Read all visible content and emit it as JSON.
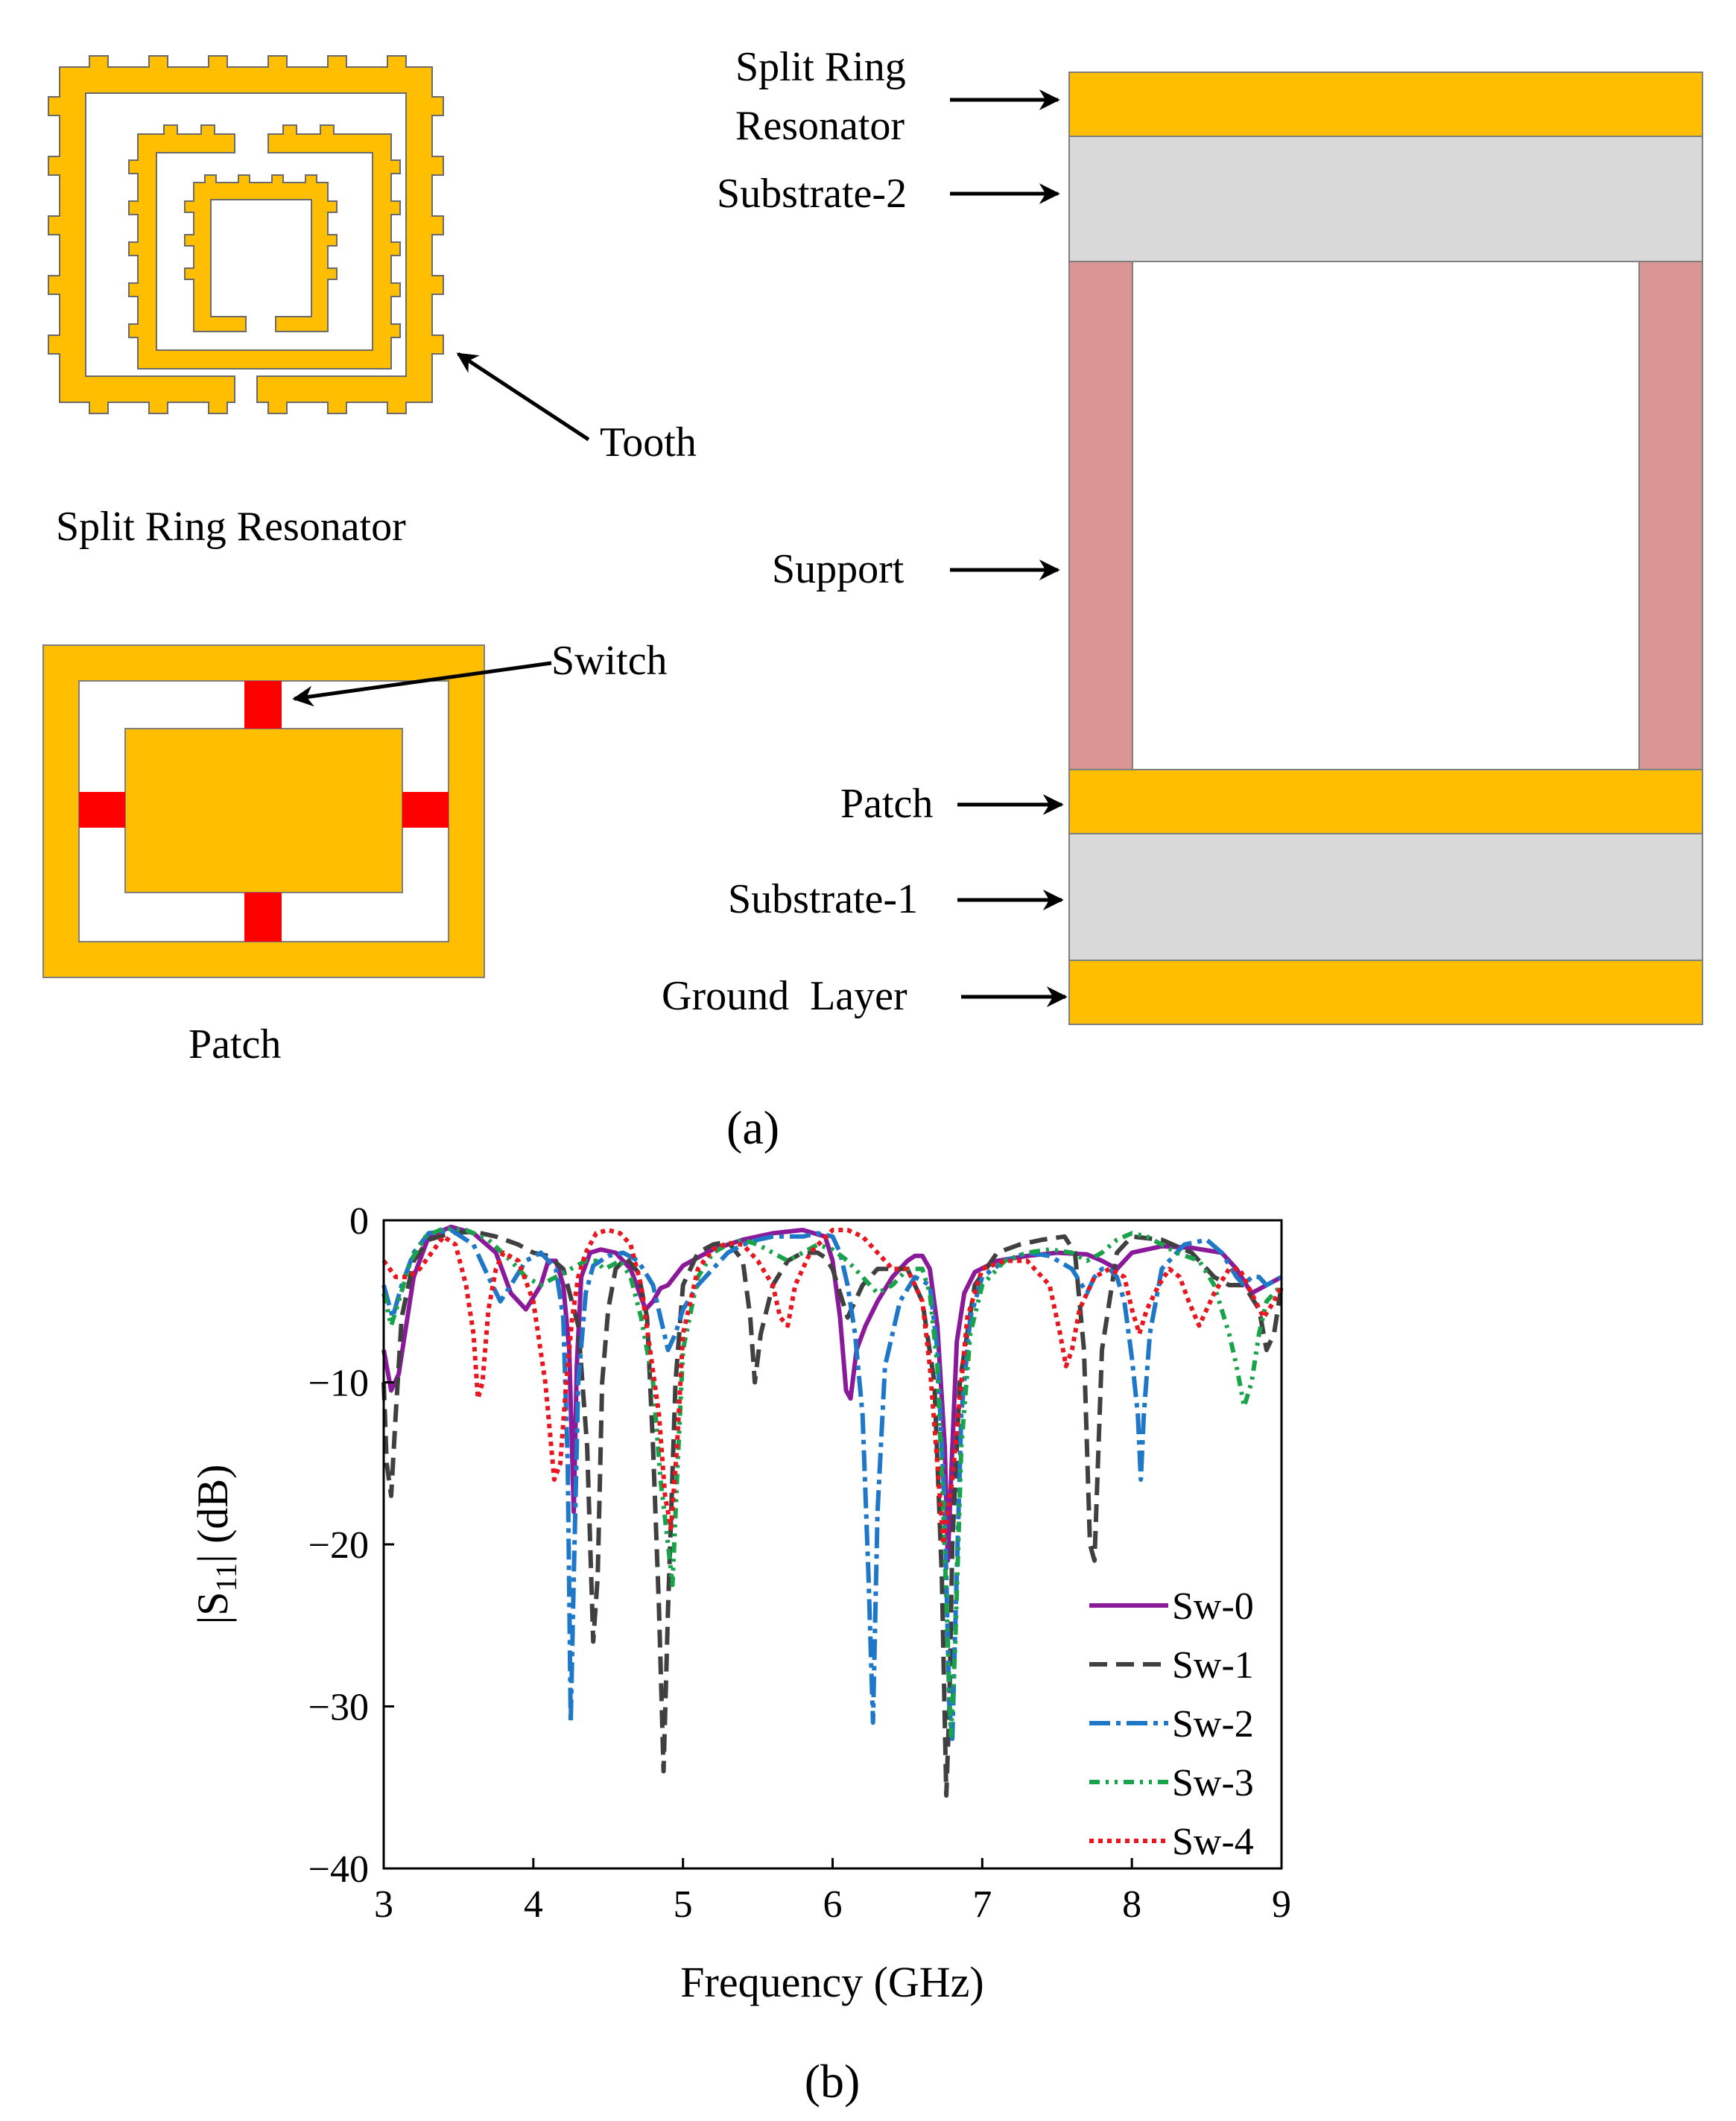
{
  "colors": {
    "metal": "#FFBF00",
    "substrate": "#D9D9D9",
    "support": "#D99694",
    "switch": "#FF0000",
    "outline": "#7F7F7F"
  },
  "part_a": {
    "caption": "(a)",
    "srr_title": "Split Ring Resonator",
    "tooth_label": "Tooth",
    "patch_title": "Patch",
    "switch_label": "Switch",
    "stack_labels": {
      "srr_line1": "Split Ring",
      "srr_line2": "Resonator",
      "substrate2": "Substrate-2",
      "support": "Support",
      "patch": "Patch",
      "substrate1": "Substrate-1",
      "ground": "Ground  Layer"
    }
  },
  "part_b": {
    "caption": "(b)"
  },
  "chart_data": {
    "type": "line",
    "xlabel": "Frequency (GHz)",
    "ylabel_main": "|S",
    "ylabel_sub": "11",
    "ylabel_tail": "| (dB)",
    "xlim": [
      3,
      9
    ],
    "ylim": [
      -40,
      0
    ],
    "xticks": [
      "3",
      "4",
      "5",
      "6",
      "7",
      "8",
      "9"
    ],
    "yticks": [
      "0",
      "−10",
      "−20",
      "−30",
      "−40"
    ],
    "grid": false,
    "legend_position": "bottom-right",
    "series": [
      {
        "name": "Sw-0",
        "color": "#8B1A9B",
        "dash": "solid",
        "x": [
          3.0,
          3.05,
          3.1,
          3.2,
          3.3,
          3.45,
          3.6,
          3.75,
          3.85,
          3.95,
          4.05,
          4.1,
          4.15,
          4.2,
          4.24,
          4.27,
          4.29,
          4.32,
          4.38,
          4.45,
          4.55,
          4.65,
          4.75,
          4.8,
          4.85,
          4.9,
          5.0,
          5.2,
          5.4,
          5.6,
          5.8,
          5.95,
          6.0,
          6.05,
          6.09,
          6.12,
          6.16,
          6.22,
          6.3,
          6.4,
          6.5,
          6.55,
          6.6,
          6.65,
          6.7,
          6.75,
          6.77,
          6.8,
          6.83,
          6.88,
          6.95,
          7.1,
          7.3,
          7.5,
          7.7,
          7.8,
          7.9,
          8.0,
          8.2,
          8.4,
          8.6,
          8.7,
          8.8,
          8.9,
          9.0
        ],
        "y": [
          -8.0,
          -10.5,
          -9.5,
          -3.5,
          -1.0,
          -0.4,
          -0.8,
          -2.0,
          -4.5,
          -5.5,
          -4.0,
          -2.5,
          -2.5,
          -4.0,
          -8.0,
          -18.0,
          -9.0,
          -3.5,
          -2.0,
          -1.8,
          -2.0,
          -3.0,
          -5.5,
          -5.0,
          -4.2,
          -4.0,
          -2.8,
          -1.8,
          -1.2,
          -0.8,
          -0.6,
          -1.0,
          -2.5,
          -6.0,
          -10.5,
          -11.0,
          -8.0,
          -6.5,
          -5.0,
          -3.5,
          -2.5,
          -2.2,
          -2.2,
          -3.0,
          -6.5,
          -14.0,
          -21.0,
          -14.0,
          -7.5,
          -4.5,
          -3.2,
          -2.5,
          -2.2,
          -2.0,
          -2.1,
          -2.5,
          -3.0,
          -2.0,
          -1.6,
          -1.7,
          -2.0,
          -3.0,
          -4.5,
          -4.0,
          -3.5
        ]
      },
      {
        "name": "Sw-1",
        "color": "#404040",
        "dash": "24,12",
        "x": [
          3.0,
          3.02,
          3.05,
          3.08,
          3.12,
          3.2,
          3.3,
          3.45,
          3.6,
          3.75,
          3.9,
          4.0,
          4.1,
          4.2,
          4.3,
          4.36,
          4.4,
          4.43,
          4.46,
          4.5,
          4.55,
          4.62,
          4.7,
          4.76,
          4.8,
          4.84,
          4.87,
          4.9,
          4.95,
          5.0,
          5.1,
          5.2,
          5.3,
          5.4,
          5.45,
          5.48,
          5.52,
          5.6,
          5.7,
          5.8,
          5.9,
          5.95,
          6.0,
          6.1,
          6.2,
          6.3,
          6.4,
          6.5,
          6.6,
          6.68,
          6.73,
          6.76,
          6.78,
          6.8,
          6.85,
          6.95,
          7.1,
          7.25,
          7.4,
          7.55,
          7.62,
          7.68,
          7.72,
          7.75,
          7.8,
          7.9,
          8.0,
          8.2,
          8.4,
          8.55,
          8.65,
          8.75,
          8.85,
          8.9,
          8.95,
          9.0
        ],
        "y": [
          -10.0,
          -15.0,
          -17.0,
          -12.0,
          -6.0,
          -2.5,
          -1.2,
          -0.8,
          -0.7,
          -1.0,
          -1.5,
          -2.0,
          -2.2,
          -3.0,
          -6.5,
          -14.0,
          -26.0,
          -22.0,
          -10.0,
          -5.5,
          -3.0,
          -2.3,
          -3.2,
          -6.0,
          -14.0,
          -24.0,
          -34.0,
          -24.0,
          -10.0,
          -4.0,
          -2.0,
          -1.5,
          -1.3,
          -2.5,
          -6.0,
          -10.0,
          -7.0,
          -4.0,
          -2.5,
          -2.0,
          -2.0,
          -2.3,
          -3.0,
          -6.0,
          -4.0,
          -3.0,
          -3.0,
          -3.0,
          -5.0,
          -10.0,
          -22.0,
          -35.5,
          -30.0,
          -20.0,
          -10.0,
          -4.0,
          -2.0,
          -1.5,
          -1.2,
          -1.0,
          -2.0,
          -8.0,
          -20.0,
          -21.0,
          -8.0,
          -2.0,
          -1.0,
          -1.2,
          -2.0,
          -3.5,
          -4.0,
          -4.0,
          -5.5,
          -8.0,
          -7.0,
          -4.0
        ]
      },
      {
        "name": "Sw-2",
        "color": "#1F77C8",
        "dash": "28,8,6,8",
        "x": [
          3.0,
          3.06,
          3.12,
          3.2,
          3.3,
          3.45,
          3.6,
          3.7,
          3.78,
          3.85,
          3.95,
          4.05,
          4.15,
          4.2,
          4.23,
          4.25,
          4.27,
          4.3,
          4.35,
          4.4,
          4.5,
          4.6,
          4.7,
          4.8,
          4.85,
          4.9,
          4.95,
          5.0,
          5.1,
          5.2,
          5.3,
          5.4,
          5.5,
          5.6,
          5.7,
          5.8,
          5.9,
          6.0,
          6.05,
          6.1,
          6.15,
          6.2,
          6.24,
          6.27,
          6.3,
          6.35,
          6.45,
          6.55,
          6.65,
          6.7,
          6.75,
          6.78,
          6.8,
          6.82,
          6.86,
          6.92,
          7.0,
          7.15,
          7.3,
          7.45,
          7.6,
          7.7,
          7.75,
          7.8,
          7.85,
          7.9,
          7.95,
          8.0,
          8.04,
          8.06,
          8.08,
          8.12,
          8.2,
          8.35,
          8.5,
          8.6,
          8.7,
          8.75,
          8.8,
          8.85,
          8.9,
          9.0
        ],
        "y": [
          -4.0,
          -6.0,
          -4.0,
          -2.0,
          -0.8,
          -0.6,
          -1.5,
          -3.5,
          -5.0,
          -4.0,
          -2.5,
          -2.0,
          -3.0,
          -6.0,
          -15.0,
          -31.0,
          -22.0,
          -10.0,
          -4.5,
          -2.8,
          -2.2,
          -2.0,
          -2.5,
          -4.0,
          -6.0,
          -8.0,
          -7.0,
          -5.5,
          -4.0,
          -3.0,
          -2.0,
          -1.5,
          -1.2,
          -1.0,
          -1.0,
          -1.0,
          -0.8,
          -1.0,
          -2.0,
          -4.0,
          -7.0,
          -12.0,
          -22.0,
          -31.0,
          -18.0,
          -9.0,
          -5.0,
          -3.5,
          -4.0,
          -8.0,
          -18.0,
          -30.0,
          -32.0,
          -25.0,
          -12.0,
          -6.0,
          -3.5,
          -2.5,
          -2.0,
          -2.2,
          -3.0,
          -4.5,
          -3.5,
          -3.0,
          -3.0,
          -3.5,
          -5.0,
          -8.5,
          -12.0,
          -16.0,
          -12.0,
          -7.0,
          -3.0,
          -1.5,
          -1.2,
          -2.0,
          -3.5,
          -4.0,
          -3.5,
          -3.5,
          -4.0,
          -3.5
        ]
      },
      {
        "name": "Sw-3",
        "color": "#19A34A",
        "dash": "14,8,4,8,4,8",
        "x": [
          3.0,
          3.05,
          3.1,
          3.18,
          3.28,
          3.4,
          3.55,
          3.7,
          3.85,
          3.95,
          4.05,
          4.15,
          4.25,
          4.35,
          4.42,
          4.47,
          4.52,
          4.58,
          4.65,
          4.72,
          4.8,
          4.85,
          4.9,
          4.93,
          4.96,
          5.0,
          5.1,
          5.2,
          5.3,
          5.4,
          5.5,
          5.6,
          5.7,
          5.8,
          5.9,
          6.0,
          6.1,
          6.2,
          6.3,
          6.4,
          6.5,
          6.6,
          6.65,
          6.7,
          6.74,
          6.77,
          6.79,
          6.82,
          6.86,
          6.92,
          7.0,
          7.15,
          7.3,
          7.45,
          7.6,
          7.7,
          7.8,
          7.9,
          8.0,
          8.1,
          8.2,
          8.3,
          8.45,
          8.55,
          8.65,
          8.7,
          8.75,
          8.8,
          8.85,
          8.9,
          9.0
        ],
        "y": [
          -4.5,
          -6.5,
          -5.0,
          -2.5,
          -1.0,
          -0.5,
          -0.6,
          -1.2,
          -2.5,
          -3.5,
          -4.0,
          -3.5,
          -3.0,
          -2.5,
          -2.5,
          -3.0,
          -2.8,
          -2.5,
          -3.5,
          -6.0,
          -10.0,
          -16.0,
          -20.0,
          -22.5,
          -16.0,
          -8.0,
          -3.5,
          -2.0,
          -1.5,
          -1.2,
          -1.5,
          -2.0,
          -2.5,
          -2.0,
          -1.5,
          -1.8,
          -2.5,
          -3.5,
          -4.5,
          -4.0,
          -3.0,
          -3.0,
          -4.5,
          -9.0,
          -18.0,
          -26.0,
          -32.0,
          -26.0,
          -14.0,
          -7.0,
          -4.0,
          -2.5,
          -2.0,
          -1.8,
          -2.0,
          -2.5,
          -2.0,
          -1.2,
          -0.8,
          -1.0,
          -1.5,
          -2.0,
          -2.5,
          -4.0,
          -7.0,
          -9.0,
          -11.5,
          -10.0,
          -7.0,
          -5.0,
          -4.0
        ]
      },
      {
        "name": "Sw-4",
        "color": "#E8161E",
        "dash": "6,6",
        "x": [
          3.0,
          3.08,
          3.16,
          3.24,
          3.32,
          3.4,
          3.48,
          3.55,
          3.6,
          3.63,
          3.66,
          3.7,
          3.75,
          3.8,
          3.9,
          4.0,
          4.08,
          4.14,
          4.18,
          4.22,
          4.26,
          4.3,
          4.35,
          4.42,
          4.5,
          4.58,
          4.65,
          4.72,
          4.78,
          4.84,
          4.88,
          4.92,
          4.96,
          5.0,
          5.1,
          5.2,
          5.3,
          5.4,
          5.5,
          5.6,
          5.65,
          5.7,
          5.75,
          5.85,
          6.0,
          6.1,
          6.2,
          6.3,
          6.4,
          6.5,
          6.6,
          6.65,
          6.7,
          6.74,
          6.77,
          6.8,
          6.84,
          6.9,
          7.0,
          7.15,
          7.3,
          7.45,
          7.52,
          7.56,
          7.6,
          7.65,
          7.75,
          7.85,
          7.95,
          8.0,
          8.05,
          8.1,
          8.18,
          8.25,
          8.32,
          8.38,
          8.45,
          8.55,
          8.65,
          8.72,
          8.8,
          8.88,
          8.95,
          9.0
        ],
        "y": [
          -2.5,
          -3.5,
          -3.5,
          -3.0,
          -2.0,
          -1.0,
          -1.5,
          -4.0,
          -7.0,
          -11.0,
          -10.0,
          -5.5,
          -3.0,
          -2.0,
          -2.5,
          -5.0,
          -10.0,
          -16.0,
          -15.0,
          -10.0,
          -6.0,
          -3.5,
          -2.0,
          -0.8,
          -0.6,
          -0.8,
          -1.5,
          -4.0,
          -8.0,
          -12.0,
          -17.0,
          -19.0,
          -14.0,
          -7.0,
          -3.0,
          -1.8,
          -1.4,
          -1.5,
          -2.5,
          -4.0,
          -6.0,
          -6.5,
          -4.0,
          -2.0,
          -0.6,
          -0.6,
          -1.0,
          -2.0,
          -3.0,
          -3.0,
          -5.0,
          -9.0,
          -15.0,
          -20.0,
          -18.0,
          -16.0,
          -12.0,
          -6.0,
          -3.0,
          -2.5,
          -2.5,
          -4.0,
          -7.0,
          -9.0,
          -8.0,
          -5.5,
          -3.5,
          -3.0,
          -3.5,
          -5.5,
          -7.0,
          -5.5,
          -4.0,
          -3.0,
          -3.5,
          -5.0,
          -6.5,
          -4.5,
          -3.0,
          -3.0,
          -4.5,
          -6.0,
          -5.0,
          -4.0
        ]
      }
    ]
  }
}
